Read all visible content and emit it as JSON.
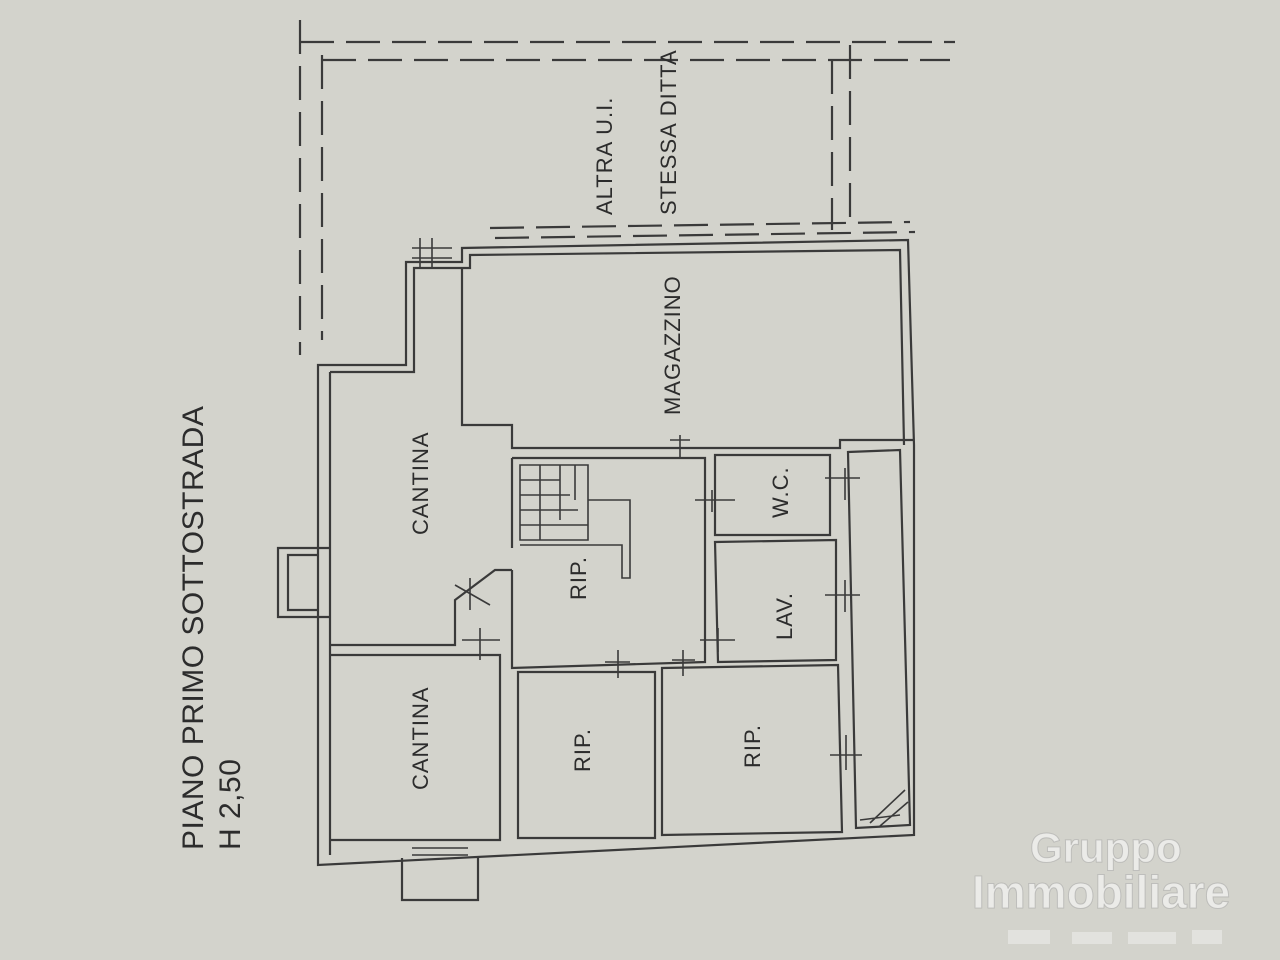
{
  "plan": {
    "title": "PIANO PRIMO SOTTOSTRADA",
    "height_label": "H 2,50"
  },
  "rooms": {
    "cantina_upper": "CANTINA",
    "cantina_lower": "CANTINA",
    "magazzino": "MAGAZZINO",
    "rip_stair": "RIP.",
    "wc": "W.C.",
    "lav": "LAV.",
    "rip_small": "RIP.",
    "rip_large": "RIP.",
    "altra_ui": "ALTRA U.I.",
    "stessa_ditta": "STESSA DITTA"
  },
  "watermark": {
    "line1": "Gruppo",
    "line2": "Immobiliare"
  },
  "colors": {
    "paper": "#d3d3cc",
    "ink": "#3a3a3a"
  }
}
